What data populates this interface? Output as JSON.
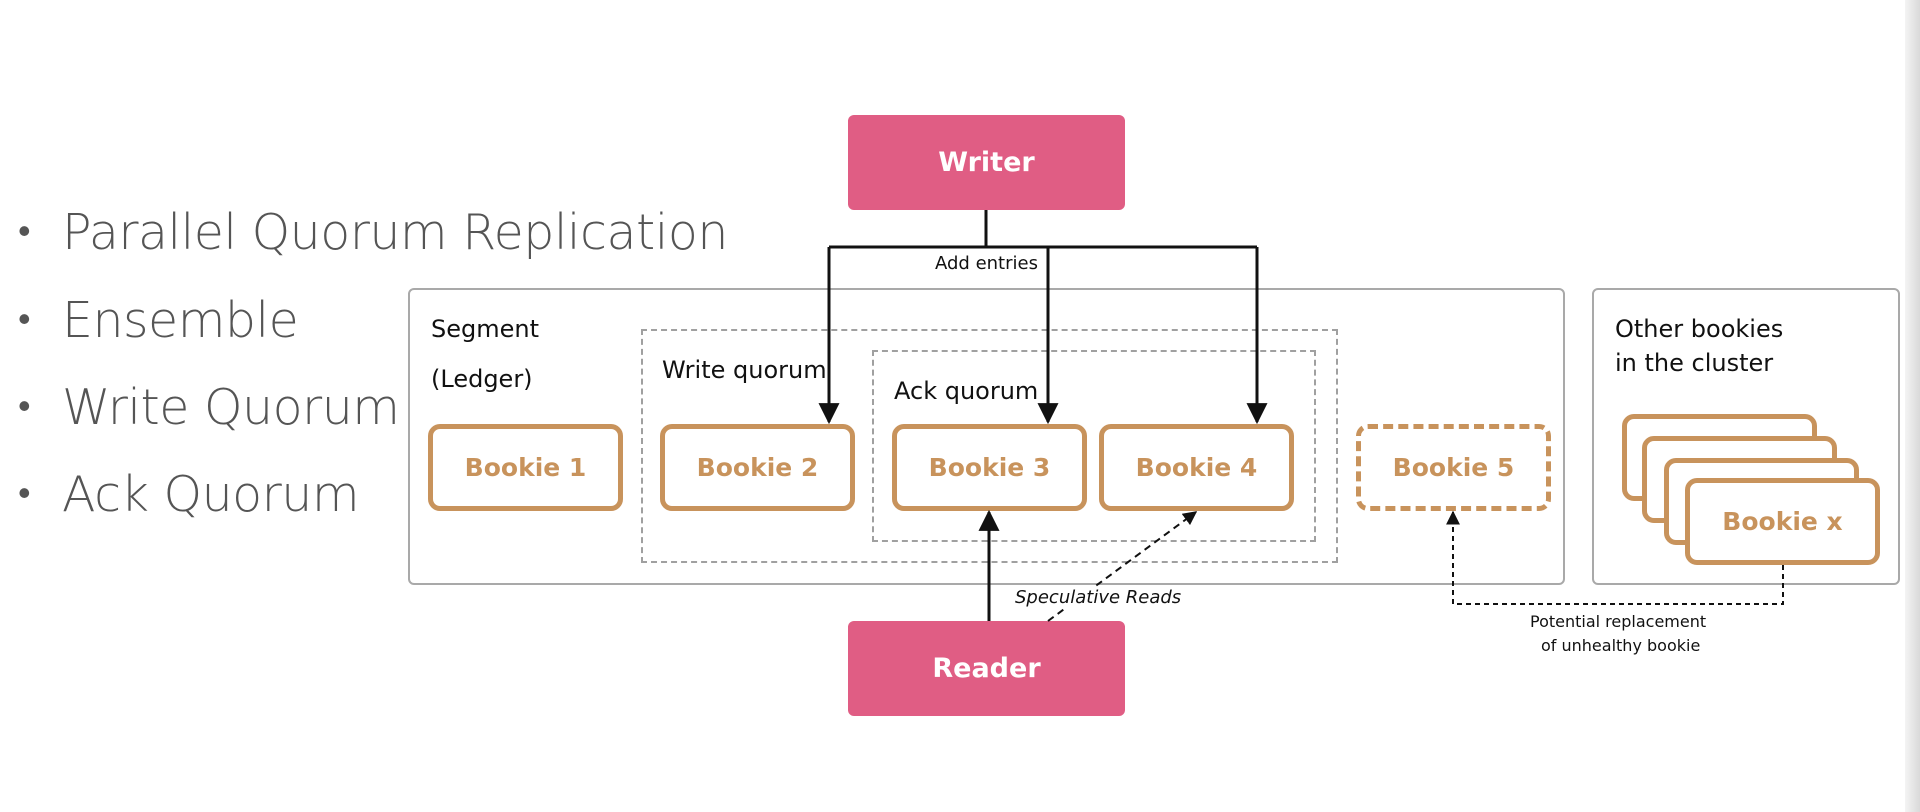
{
  "bullets": [
    {
      "text": "Parallel Quorum Replication"
    },
    {
      "text": "Ensemble"
    },
    {
      "text": "Write Quorum"
    },
    {
      "text": "Ack Quorum"
    }
  ],
  "bullet_glyph": "•",
  "diagram": {
    "writer": "Writer",
    "reader": "Reader",
    "add_entries": "Add entries",
    "segment": "Segment",
    "ledger": "(Ledger)",
    "write_quorum": "Write quorum",
    "ack_quorum": "Ack quorum",
    "bookies": [
      "Bookie 1",
      "Bookie 2",
      "Bookie 3",
      "Bookie 4",
      "Bookie 5"
    ],
    "other_bookies_line1": "Other bookies",
    "other_bookies_line2": "in the cluster",
    "bookie_x": "Bookie x",
    "speculative_reads": "Speculative Reads",
    "replacement_line1": "Potential  replacement",
    "replacement_line2": "of unhealthy bookie"
  },
  "colors": {
    "pink": "#e05d84",
    "bookie": "#c8935c",
    "panel_border": "#a9a9a9"
  }
}
